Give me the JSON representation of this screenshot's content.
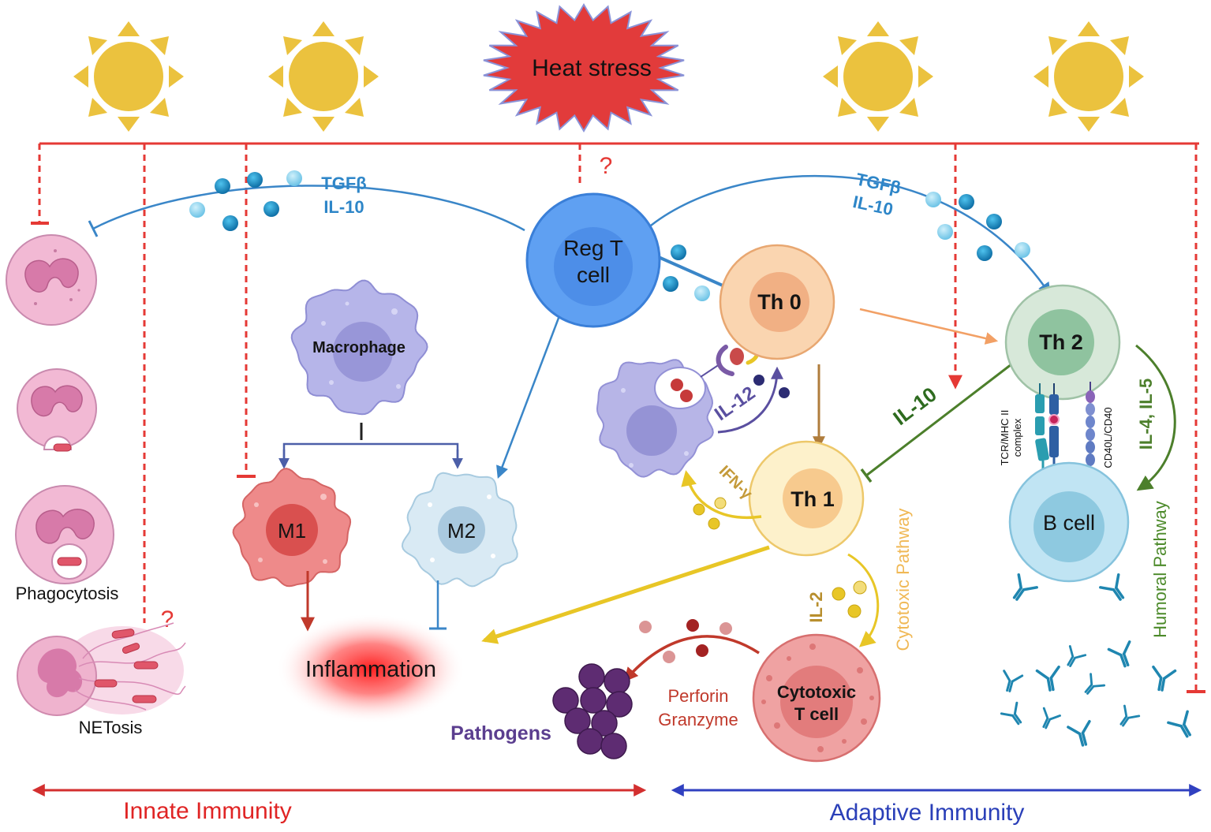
{
  "banner": {
    "label": "Heat stress"
  },
  "question_marks": [
    "?",
    "?"
  ],
  "cytokines": {
    "left_tgfb": "TGFβ",
    "left_il10": "IL-10",
    "right_tgfb": "TGFβ",
    "right_il10": "IL-10",
    "il12": "IL-12",
    "ifng": "IFN-γ",
    "th2_il10": "IL-10",
    "il2": "IL-2",
    "il4_il5": "IL-4, IL-5"
  },
  "cells": {
    "reg_t": [
      "Reg T",
      "cell"
    ],
    "macrophage": "Macrophage",
    "m1": "M1",
    "m2": "M2",
    "th0": "Th 0",
    "th1": "Th 1",
    "th2": "Th 2",
    "b_cell": "B cell",
    "cytotoxic_t": [
      "Cytotoxic",
      "T cell"
    ]
  },
  "neutrophil": {
    "phagocytosis": "Phagocytosis",
    "netosis": "NETosis"
  },
  "labels": {
    "inflammation": "Inflammation",
    "pathogens": "Pathogens",
    "perforin": "Perforin",
    "granzyme": "Granzyme",
    "tcr_mhc": [
      "TCR/MHC II",
      "complex"
    ],
    "cd40": "CD40L/CD40"
  },
  "pathways": {
    "cytotoxic": "Cytotoxic Pathway",
    "humoral": "Humoral Pathway"
  },
  "sections": {
    "innate": "Innate Immunity",
    "adaptive": "Adaptive Immunity"
  },
  "colors": {
    "sun": "#EBC23E",
    "heat_stress": "#E23B3B",
    "inhibition_line": "#E53935",
    "regulatory_blue": "#3A86C8",
    "innate": "#D32F2F",
    "adaptive": "#3040C0"
  }
}
